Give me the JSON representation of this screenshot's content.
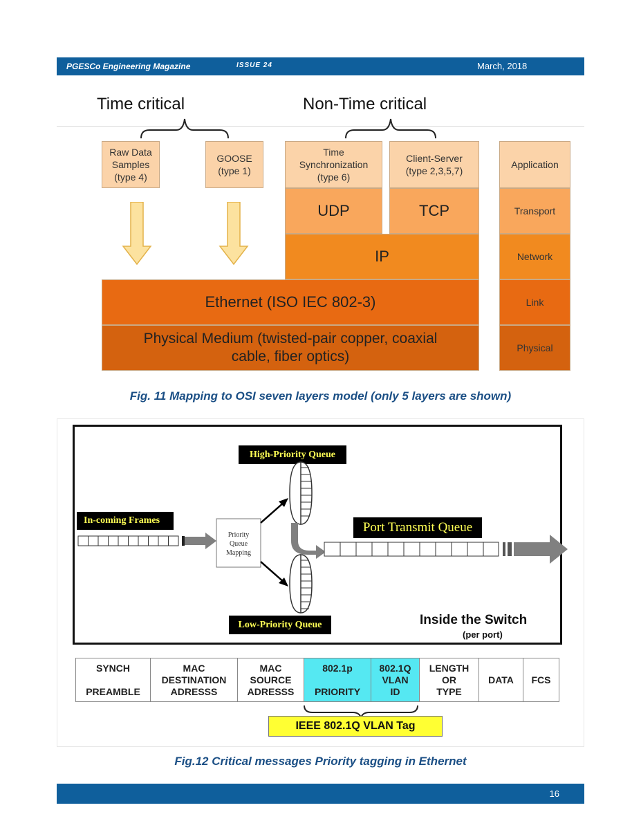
{
  "header": {
    "magazine": "PGESCo Engineering Magazine",
    "issue": "ISSUE 24",
    "date": "March, 2018"
  },
  "footer": {
    "page_number": "16"
  },
  "figure11": {
    "heading_left": "Time critical",
    "heading_right": "Non-Time critical",
    "raw_data": [
      "Raw Data",
      "Samples",
      "(type 4)"
    ],
    "goose": [
      "GOOSE",
      "(type 1)"
    ],
    "time_sync": [
      "Time",
      "Synchronization",
      "(type 6)"
    ],
    "client_server": [
      "Client-Server",
      "(type 2,3,5,7)"
    ],
    "udp": "UDP",
    "tcp": "TCP",
    "ip": "IP",
    "ethernet": "Ethernet (ISO IEC 802-3)",
    "physical_medium": [
      "Physical Medium (twisted-pair copper, coaxial",
      "cable, fiber optics)"
    ],
    "layers": [
      "Application",
      "Transport",
      "Network",
      "Link",
      "Physical"
    ],
    "caption": "Fig. 11 Mapping to OSI seven layers model (only 5 layers are shown)"
  },
  "figure12": {
    "high_queue": "High-Priority Queue",
    "low_queue": "Low-Priority Queue",
    "incoming": "In-coming Frames",
    "mapping": [
      "Priority",
      "Queue",
      "Mapping"
    ],
    "port_queue": "Port Transmit Queue",
    "inside": "Inside the Switch",
    "per_port": "(per port)",
    "frame_fields": {
      "synch": [
        "SYNCH",
        "",
        "PREAMBLE"
      ],
      "mac_dest": [
        "MAC",
        "DESTINATION",
        "ADRESSS"
      ],
      "mac_src": [
        "MAC",
        "SOURCE",
        "ADRESSS"
      ],
      "p8021p": [
        "802.1p",
        "",
        "PRIORITY"
      ],
      "p8021q": [
        "802.1Q",
        "VLAN",
        "ID"
      ],
      "length": [
        "LENGTH",
        "OR",
        "TYPE"
      ],
      "data": "DATA",
      "fcs": "FCS"
    },
    "vlan_tag": "IEEE 802.1Q VLAN Tag",
    "caption": "Fig.12 Critical messages Priority tagging in Ethernet"
  }
}
